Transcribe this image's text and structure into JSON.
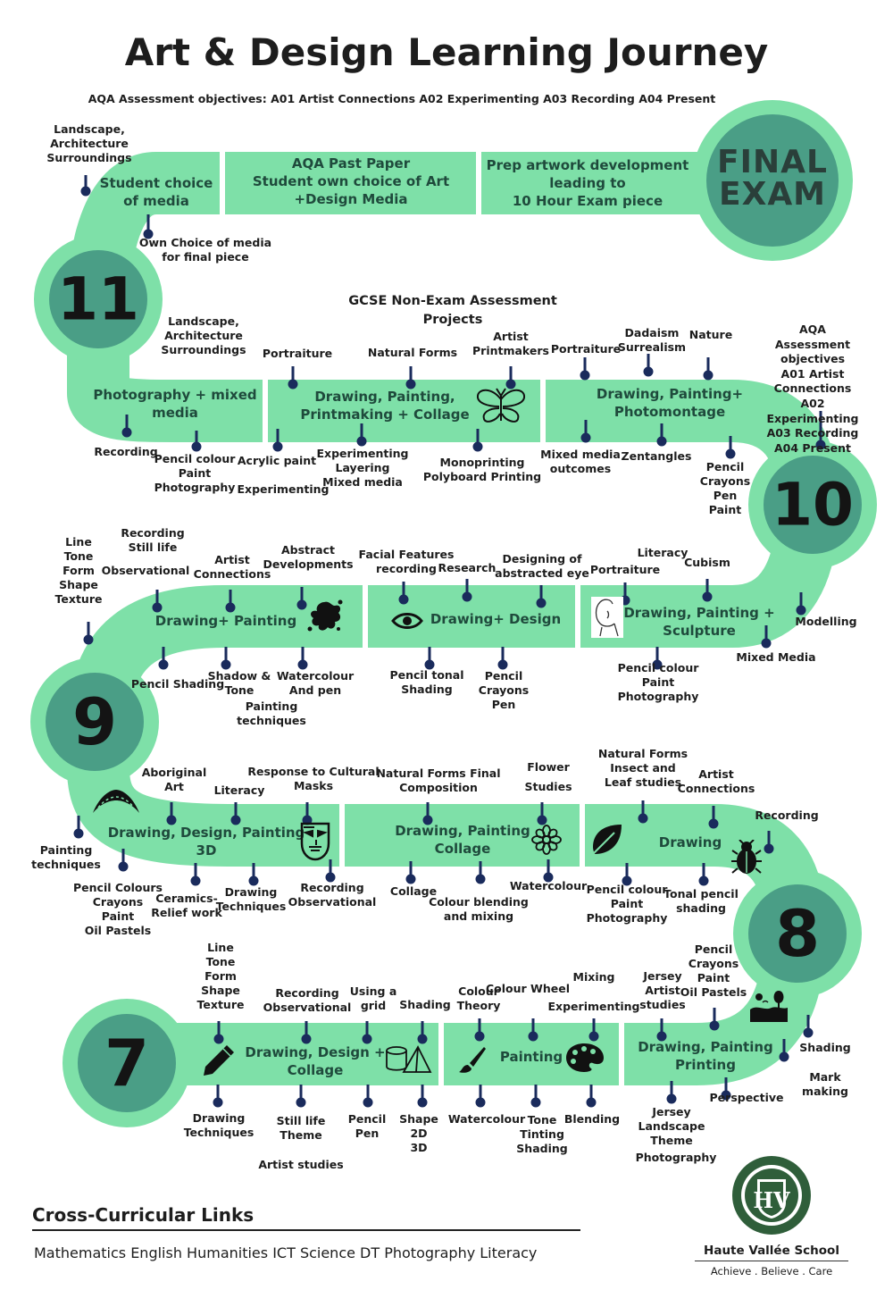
{
  "title": "Art & Design Learning Journey",
  "subtitle": "AQA  Assessment objectives: A01 Artist Connections A02 Experimenting A03 Recording A04 Present",
  "final_exam": "FINAL\nEXAM",
  "years": {
    "y11": "11",
    "y10": "10",
    "y9": "9",
    "y8": "8",
    "y7": "7"
  },
  "sections": {
    "y11_a": "Student choice\nof media",
    "y11_b": "AQA Past Paper\nStudent own choice of Art\n+Design Media",
    "y11_c": "Prep artwork development\nleading to\n10 Hour Exam piece",
    "y10_a": "Photography + mixed\nmedia",
    "y10_b": "Drawing, Painting,\nPrintmaking + Collage",
    "y10_c": "Drawing, Painting+\nPhotomontage",
    "y9_a": "Drawing+ Painting",
    "y9_b": "Drawing+ Design",
    "y9_c": "Drawing, Painting +\nSculpture",
    "y8_a": "Drawing, Design, Painting\n3D",
    "y8_b": "Drawing, Painting\nCollage",
    "y8_c": "Drawing",
    "y7_a": "Drawing, Design +\nCollage",
    "y7_b": "Painting",
    "y7_c": "Drawing, Painting\nPrinting"
  },
  "labels": {
    "y11_landscape": "Landscape,\nArchitecture\nSurroundings",
    "y11_own_choice": "Own Choice of media\nfor final piece",
    "gcse_nea": "GCSE Non-Exam Assessment\nProjects",
    "y10_landscape": "Landscape,\nArchitecture\nSurroundings",
    "y10_portraiture1": "Portraiture",
    "y10_natural_forms": "Natural Forms",
    "y10_artist_printmakers": "Artist\nPrintmakers",
    "y10_portraiture2": "Portraiture",
    "y10_dadaism": "Dadaism\nSurrealism",
    "y10_nature": "Nature",
    "y10_aqa_objectives": "AQA  Assessment objectives\nA01 Artist Connections\nA02 Experimenting\nA03 Recording\nA04 Present",
    "y10_recording": "Recording",
    "y10_pencil_colour": "Pencil colour\nPaint\nPhotography",
    "y10_acrylic": "Acrylic paint",
    "y10_experimenting": "Experimenting",
    "y10_experimenting_layering": "Experimenting\nLayering\nMixed media",
    "y10_monoprinting": "Monoprinting\nPolyboard Printing",
    "y10_mixed_media_outcomes": "Mixed media\noutcomes",
    "y10_zentangles": "Zentangles",
    "y10_pencil_crayons": "Pencil\nCrayons\nPen\nPaint",
    "y9_line_tone": "Line\nTone\nForm\nShape\nTexture",
    "y9_recording_still": "Recording\nStill life",
    "y9_observational": "Observational",
    "y9_artist_connections": "Artist\nConnections",
    "y9_abstract": "Abstract\nDevelopments",
    "y9_facial": "Facial Features\nrecording",
    "y9_research": "Research",
    "y9_designing": "Designing of\nabstracted eye",
    "y9_literacy": "Literacy",
    "y9_portraiture": "Portraiture",
    "y9_cubism": "Cubism",
    "y9_modelling": "Modelling",
    "y9_pencil_shading": "Pencil Shading",
    "y9_shadow_tone": "Shadow &\nTone",
    "y9_painting_techniques": "Painting\ntechniques",
    "y9_watercolour": "Watercolour\nAnd pen",
    "y9_pencil_tonal": "Pencil tonal\nShading",
    "y9_pencil_crayons_pen": "Pencil\nCrayons\nPen",
    "y9_pencil_colour": "Pencil colour\nPaint\nPhotography",
    "y9_mixed_media": "Mixed Media",
    "y8_aboriginal": "Aboriginal\nArt",
    "y8_literacy": "Literacy",
    "y8_response": "Response to Cultural\nMasks",
    "y8_natural_final": "Natural Forms Final\nComposition",
    "y8_flower": "Flower\nStudies",
    "y8_natural_insect": "Natural Forms\nInsect and\nLeaf studies",
    "y8_artist_connections": "Artist\nConnections",
    "y8_recording": "Recording",
    "y8_painting_techniques": "Painting\ntechniques",
    "y8_pencil_colours": "Pencil Colours\nCrayons\nPaint\nOil Pastels",
    "y8_ceramics": "Ceramics-\nRelief work",
    "y8_drawing_techniques": "Drawing\nTechniques",
    "y8_recording_observational": "Recording\nObservational",
    "y8_collage": "Collage",
    "y8_colour_blending": "Colour blending\nand mixing",
    "y8_watercolour": "Watercolour",
    "y8_pencil_colour": "Pencil colour\nPaint\nPhotography",
    "y8_tonal_pencil": "Tonal pencil\nshading",
    "y7_line_tone": "Line\nTone\nForm\nShape\nTexture",
    "y7_recording": "Recording\nObservational",
    "y7_grid": "Using a\ngrid",
    "y7_shading_top": "Shading",
    "y7_colour_theory": "Colour\nTheory",
    "y7_colour_wheel": "Colour Wheel",
    "y7_mixing": "Mixing",
    "y7_experimenting": "Experimenting",
    "y7_jersey_artist": "Jersey\nArtist\nstudies",
    "y7_pencil_crayons": "Pencil\nCrayons\nPaint\nOil Pastels",
    "y7_shading_right": "Shading",
    "y7_mark_making": "Mark making",
    "y7_perspective": "Perspective",
    "y7_drawing_techniques": "Drawing\nTechniques",
    "y7_still_life": "Still life\nTheme",
    "y7_artist_studies": "Artist studies",
    "y7_pencil_pen": "Pencil\nPen",
    "y7_shape": "Shape\n2D\n3D",
    "y7_watercolour": "Watercolour",
    "y7_tone_tinting": "Tone\nTinting\nShading",
    "y7_blending": "Blending",
    "y7_jersey_landscape": "Jersey\nLandscape\nTheme",
    "y7_photography": "Photography"
  },
  "cross_curricular": {
    "title": "Cross-Curricular Links",
    "subjects": "Mathematics  English  Humanities  ICT Science  DT Photography Literacy"
  },
  "school": {
    "name": "Haute Vallée School",
    "motto": "Achieve . Believe . Care",
    "logo_text": "HV"
  },
  "colors": {
    "road": "#7ee0a8",
    "circle_outer": "#7ee0a8",
    "circle_inner": "#4a9e86",
    "pin": "#1a2b5c",
    "text": "#1d1d1d",
    "section_text": "#1f4a3c"
  }
}
